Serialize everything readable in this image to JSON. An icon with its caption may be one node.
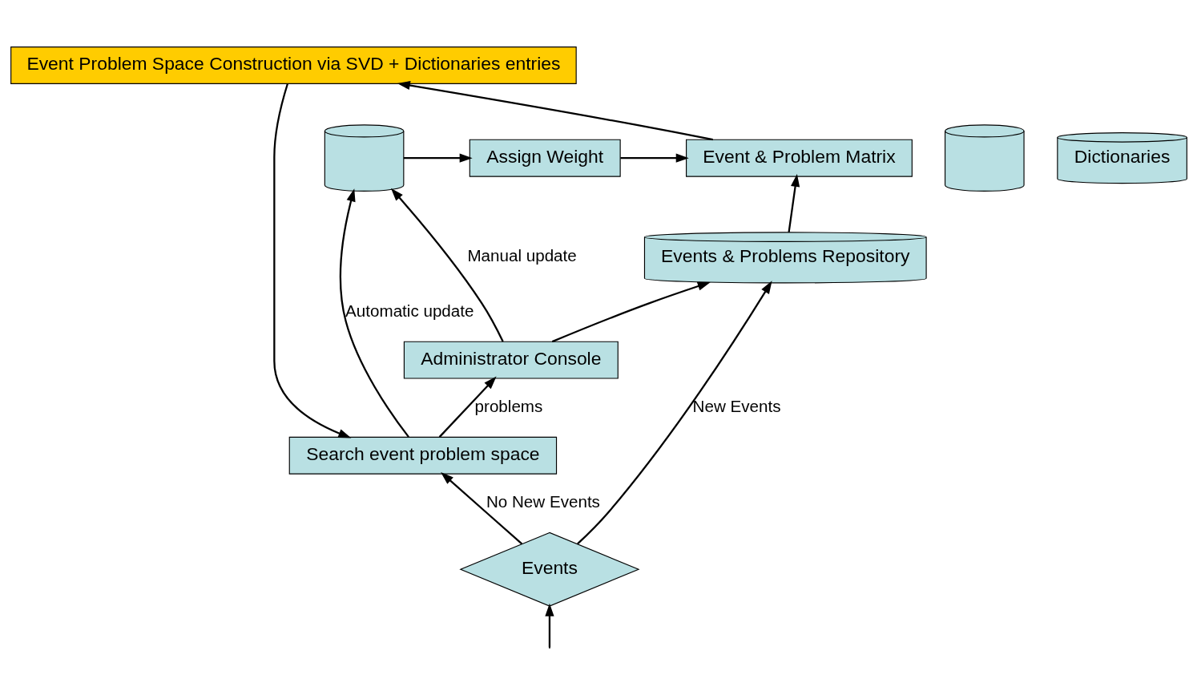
{
  "diagram": {
    "nodes": [
      {
        "text": [
          "Search event problem space"
        ]
      },
      {
        "text": [
          "Administrator Console"
        ]
      },
      {
        "text": [
          "Event Problem Space Construction via SVD + Dictionaries entries"
        ]
      },
      {
        "text": [
          "Event & Problem Matrix"
        ]
      },
      {
        "text": [
          "Assign Weight"
        ]
      },
      {
        "text": [],
        "shape": "cylinder"
      },
      {
        "text": [],
        "shape": "cylinder"
      },
      {
        "text": [
          "Dictionaries"
        ]
      },
      {
        "text": [
          "Events"
        ]
      },
      {
        "text": [
          "Events & Problems Repository"
        ]
      }
    ],
    "edges": [
      {
        "from": 0,
        "to": 1,
        "arrow": "to",
        "label": "problems"
      },
      {
        "from": 0,
        "to": 5,
        "arrow": "to",
        "label": "Automatic update"
      },
      {
        "from": 1,
        "to": 5,
        "arrow": "to",
        "label": "Manual update"
      },
      {
        "from": 1,
        "to": 9,
        "arrow": "to"
      },
      {
        "from": 5,
        "to": 4,
        "arrow": "to"
      },
      {
        "from": 4,
        "to": 3,
        "arrow": "to"
      },
      {
        "from": 3,
        "to": 2,
        "arrow": "to"
      },
      {
        "from": 2,
        "to": 0,
        "arrow": "to"
      },
      {
        "from": 9,
        "to": 3,
        "arrow": "to"
      },
      {
        "from": 8,
        "to": 9,
        "arrow": "to",
        "label": "New Events"
      },
      {
        "from": 8,
        "to": 0,
        "arrow": "to",
        "label": "No New Events"
      },
      {
        "from": null,
        "to": 8,
        "arrow": "to"
      }
    ]
  }
}
